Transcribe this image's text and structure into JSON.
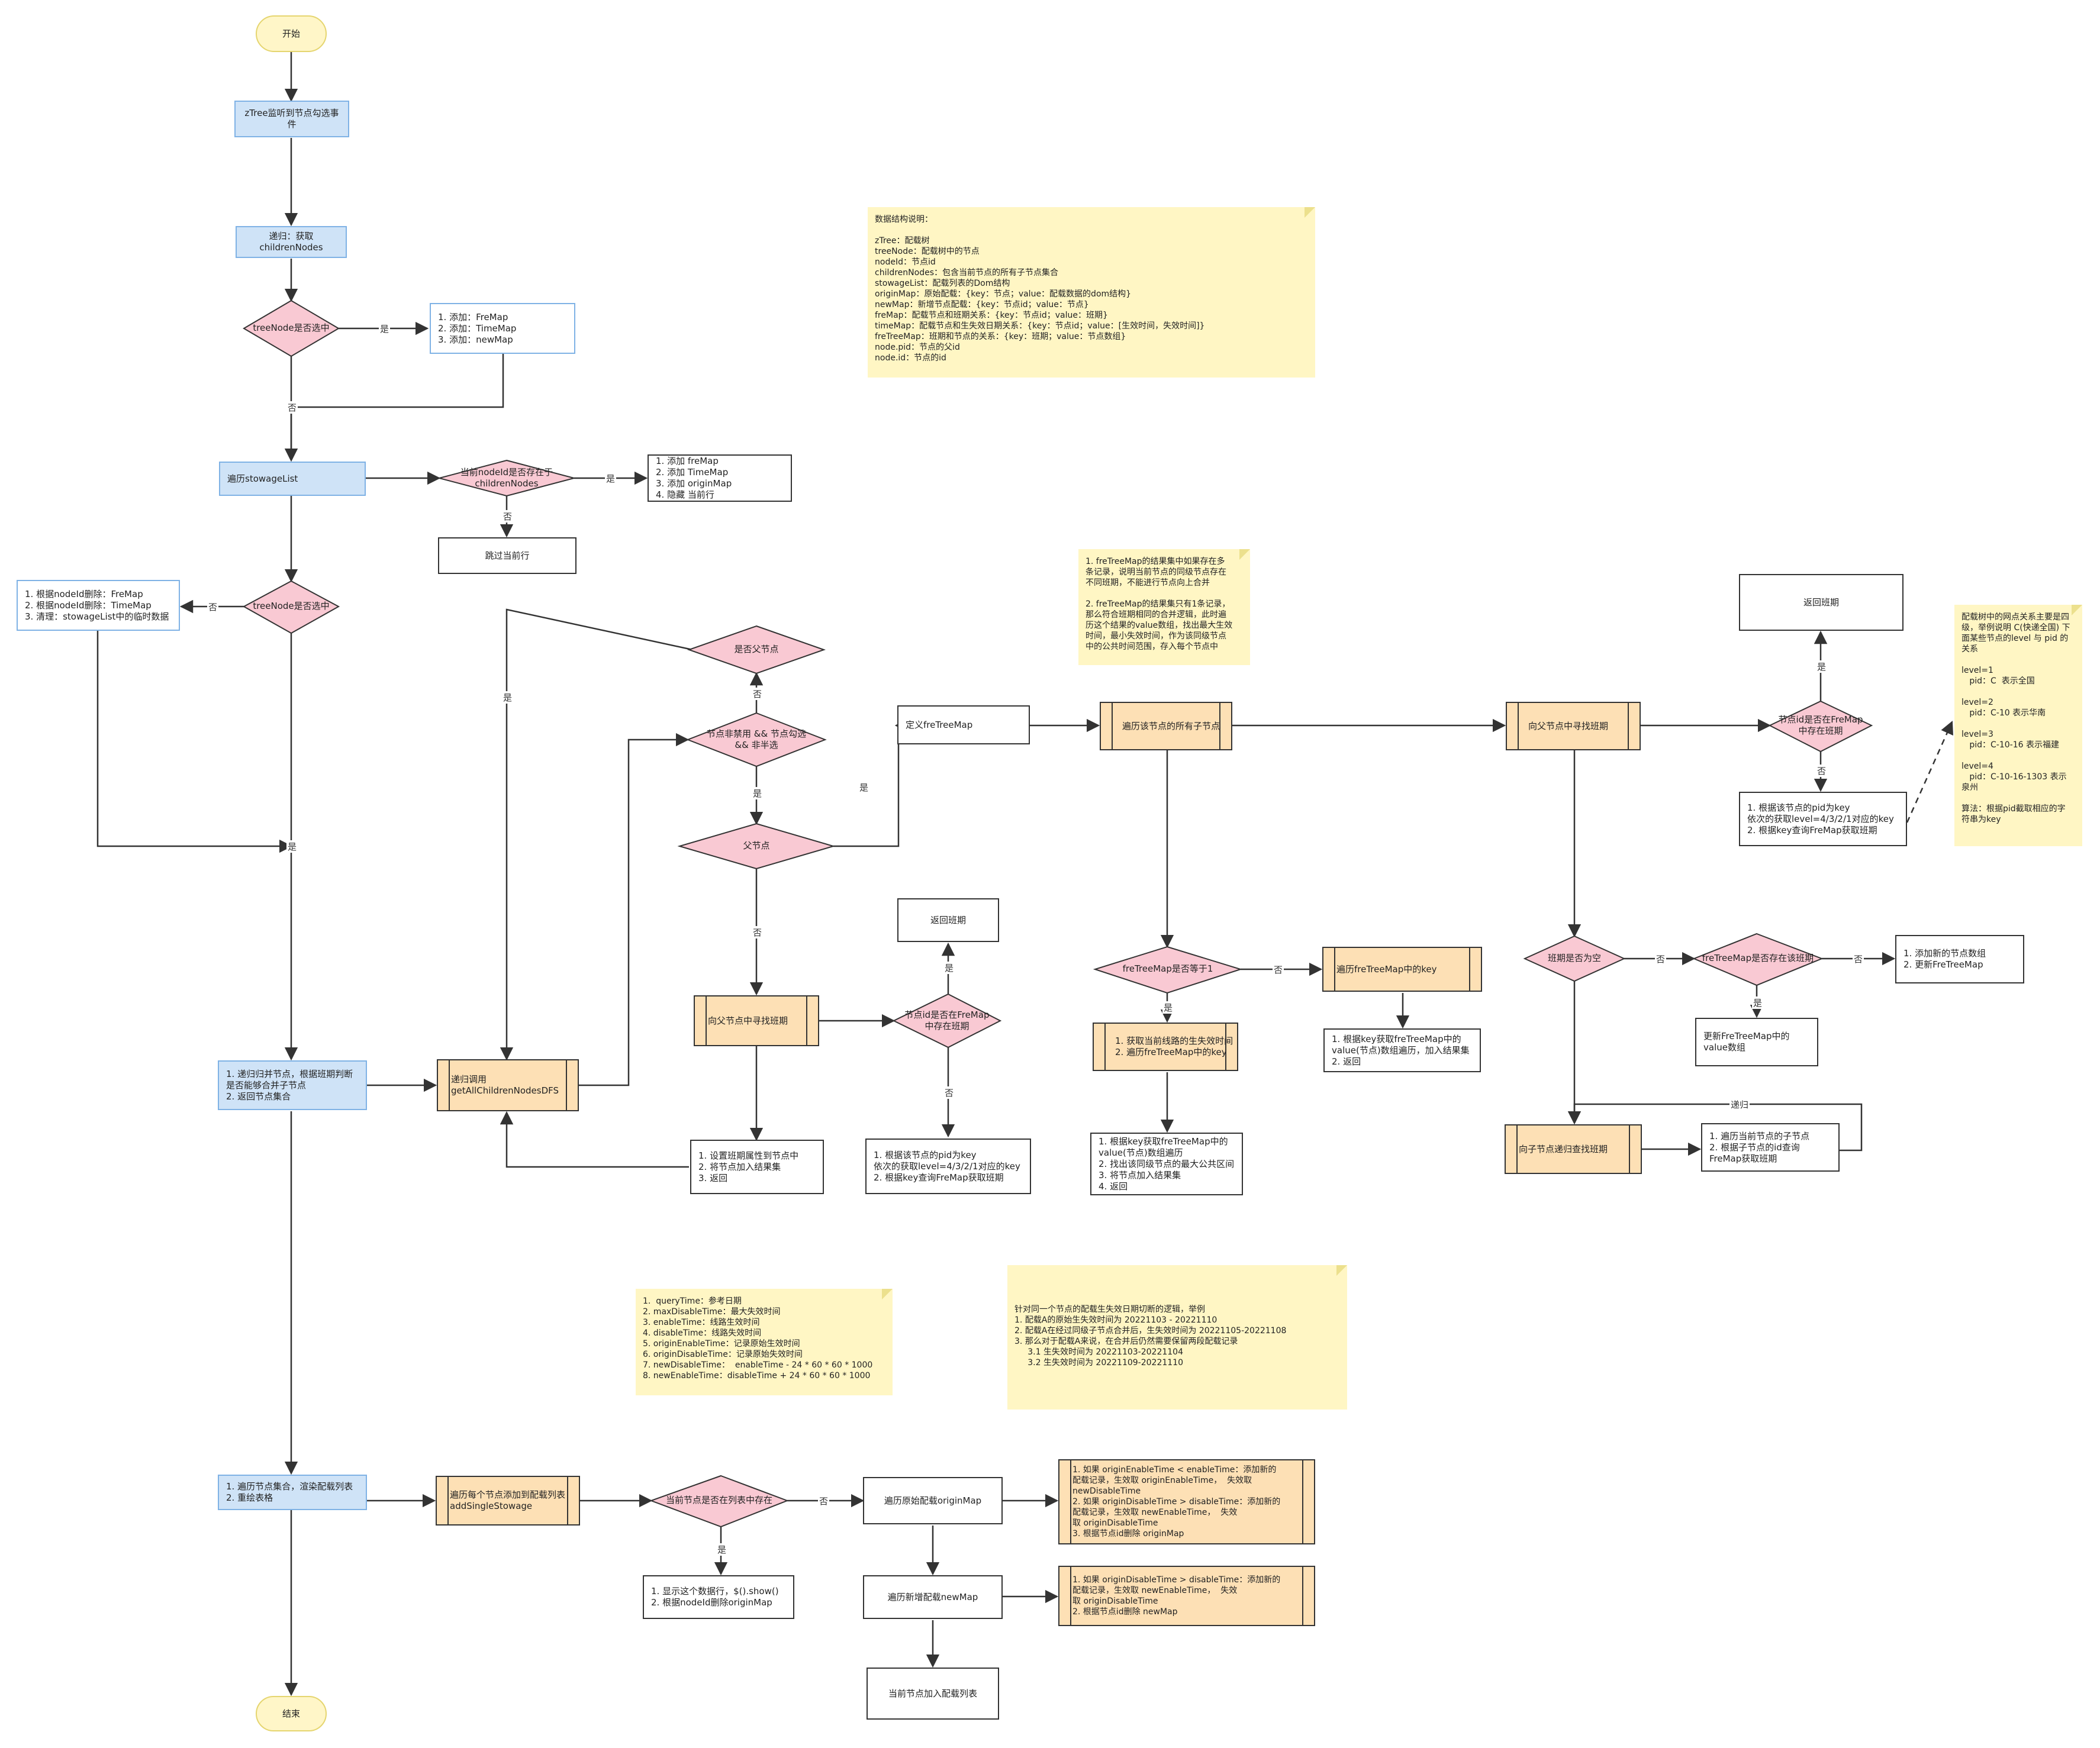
{
  "nodes": {
    "start": "开始",
    "listen": "zTree监听到节点勾选事\n件",
    "recurse_get": "递归：获取\nchildrenNodes",
    "d_selected1": "treeNode是否选中",
    "add_maps": "1. 添加：FreMap\n2. 添加：TimeMap\n3. 添加：newMap",
    "traverse_stowage": "遍历stowageList",
    "d_nodeid_exist": "当前nodeId是否存在于\nchildrenNodes",
    "add_maps2": "1. 添加 freMap\n2. 添加 TimeMap\n3. 添加 originMap\n4. 隐藏 当前行",
    "skip_row": "跳过当前行",
    "d_selected2": "treeNode是否选中",
    "delete_maps": "1. 根据nodeId删除：FreMap\n2. 根据nodeId删除：TimeMap\n3. 清理：stowageList中的临时数据",
    "d_is_parent": "是否父节点",
    "d_not_disabled": "节点非禁用 && 节点勾选\n&& 非半选",
    "d_parent": "父节点",
    "def_fretreemap": "定义freTreeMap",
    "traverse_children": "遍历该节点的所有子节点",
    "find_parent_shift": "向父节点中寻找班期",
    "return_shift_top": "返回班期",
    "d_nodeid_in_fremap_r": "节点id是否在FreMap\n中存在班期",
    "by_pid_r": "1. 根据该节点的pid为key\n依次的获取level=4/3/2/1对应的key\n2. 根据key查询FreMap获取班期",
    "recursive_merge": "1. 递归归并节点，根据班期判断\n是否能够合并子节点\n2. 返回节点集合",
    "recursive_call": "递归调用\ngetAllChildrenNodesDFS",
    "find_parent_shift2": "向父节点中寻找班期",
    "d_nodeid_in_fremap_m": "节点id是否在FreMap\n中存在班期",
    "return_shift_mid": "返回班期",
    "set_attrs": "1. 设置班期属性到节点中\n2. 将节点加入结果集\n3. 返回",
    "by_pid_m": "1. 根据该节点的pid为key\n依次的获取level=4/3/2/1对应的key\n2. 根据key查询FreMap获取班期",
    "d_fretreemap_eq1": "freTreeMap是否等于1",
    "get_path_time": "1. 获取当前线路的生失效时间\n2. 遍历freTreeMap中的key",
    "traverse_key": "遍历freTreeMap中的key",
    "by_key_value": "1. 根据key获取freTreeMap中的\nvalue(节点)数组遍历，加入结果集\n2. 返回",
    "by_key_common": "1. 根据key获取freTreeMap中的\nvalue(节点)数组遍历\n2. 找出该同级节点的最大公共区间\n3. 将节点加入结果集\n4. 返回",
    "d_shift_empty": "班期是否为空",
    "d_fretreemap_has": "freTreeMap是否存在该班期",
    "add_new_group": "1. 添加新的节点数组\n2. 更新FreTreeMap",
    "update_value": "更新FreTreeMap中的\nvalue数组",
    "find_child_recursive": "向子节点递归查找班期",
    "traverse_child_id": "1. 遍历当前节点的子节点\n2. 根据子节点的id查询\nFreMap获取班期",
    "render_list": "1. 遍历节点集合，渲染配载列表\n2. 重绘表格",
    "add_single": "遍历每个节点添加到配载列表\naddSingleStowage",
    "d_in_list": "当前节点是否在列表中存在",
    "show_row": "1. 显示这个数据行，$().show()\n2. 根据nodeId删除originMap",
    "traverse_origin": "遍历原始配载originMap",
    "origin_rules": "1. 如果 originEnableTime < enableTime：添加新的\n配载记录，生效取 originEnableTime，  失效取\nnewDisableTime\n2. 如果 originDisableTime > disableTime：添加新的\n配载记录，生效取 newEnableTime，  失效\n取 originDisableTime\n3. 根据节点id删除 originMap",
    "traverse_new": "遍历新增配载newMap",
    "new_rules": "1. 如果 originDisableTime > disableTime：添加新的\n配载记录，生效取 newEnableTime，  失效\n取 originDisableTime\n2. 根据节点id删除 newMap",
    "add_current": "当前节点加入配载列表",
    "end": "结束"
  },
  "notes": {
    "data_structure": "数据结构说明：\n\nzTree：配载树\ntreeNode：配载树中的节点\nnodeId：节点id\nchildrenNodes：包含当前节点的所有子节点集合\nstowageList：配载列表的Dom结构\noriginMap：原始配载：{key：节点；value：配载数据的dom结构}\nnewMap：新增节点配载：{key：节点id；value：节点}\nfreMap：配载节点和班期关系：{key：节点id；value：班期}\ntimeMap：配载节点和生失效日期关系：{key：节点id；value：[生效时间，失效时间]}\nfreTreeMap：班期和节点的关系：{key：班期；value：节点数组}\nnode.pid：节点的父id\nnode.id：节点的id",
    "fretreemap": "1. freTreeMap的结果集中如果存在多\n条记录，说明当前节点的同级节点存在\n不同班期，不能进行节点向上合并\n\n2. freTreeMap的结果集只有1条记录，\n那么符合班期相同的合并逻辑，此时遍\n历这个结果的value数组，找出最大生效\n时间，最小失效时间，作为该同级节点\n中的公共时间范围，存入每个节点中",
    "level": "配载树中的网点关系主要是四\n级，举例说明 C(快递全国) 下\n面某些节点的level 与 pid 的\n关系\n\nlevel=1\n   pid：C  表示全国\n\nlevel=2\n   pid：C-10 表示华南\n\nlevel=3\n   pid：C-10-16 表示福建\n\nlevel=4\n   pid：C-10-16-1303 表示\n泉州\n\n算法：根据pid截取相应的字\n符串为key",
    "time": "1.  queryTime：参考日期\n2. maxDisableTime：最大失效时间\n3. enableTime：线路生效时间\n4. disableTime：线路失效时间\n5. originEnableTime：记录原始生效时间\n6. originDisableTime：记录原始失效时间\n7. newDisableTime：  enableTime - 24 * 60 * 60 * 1000\n8. newEnableTime：disableTime + 24 * 60 * 60 * 1000",
    "split": "针对同一个节点的配载生失效日期切断的逻辑，举例\n1. 配载A的原始生失效时间为 20221103 - 20221110\n2. 配载A在经过同级子节点合并后，生失效时间为 20221105-20221108\n3. 那么对于配载A来说，在合并后仍然需要保留两段配载记录\n     3.1 生失效时间为 20221103-20221104\n     3.2 生失效时间为 20221109-20221110"
  },
  "edge_labels": {
    "yes": "是",
    "no": "否",
    "recursion": "递归"
  },
  "colors": {
    "blue_fill": "#cfe3f7",
    "blue_border": "#7fb2e5",
    "pink_diamond": "#f9c9d3",
    "orange_process": "#fde0b5",
    "note_yellow": "#fff6c4",
    "terminal_yellow": "#fff6c8"
  }
}
